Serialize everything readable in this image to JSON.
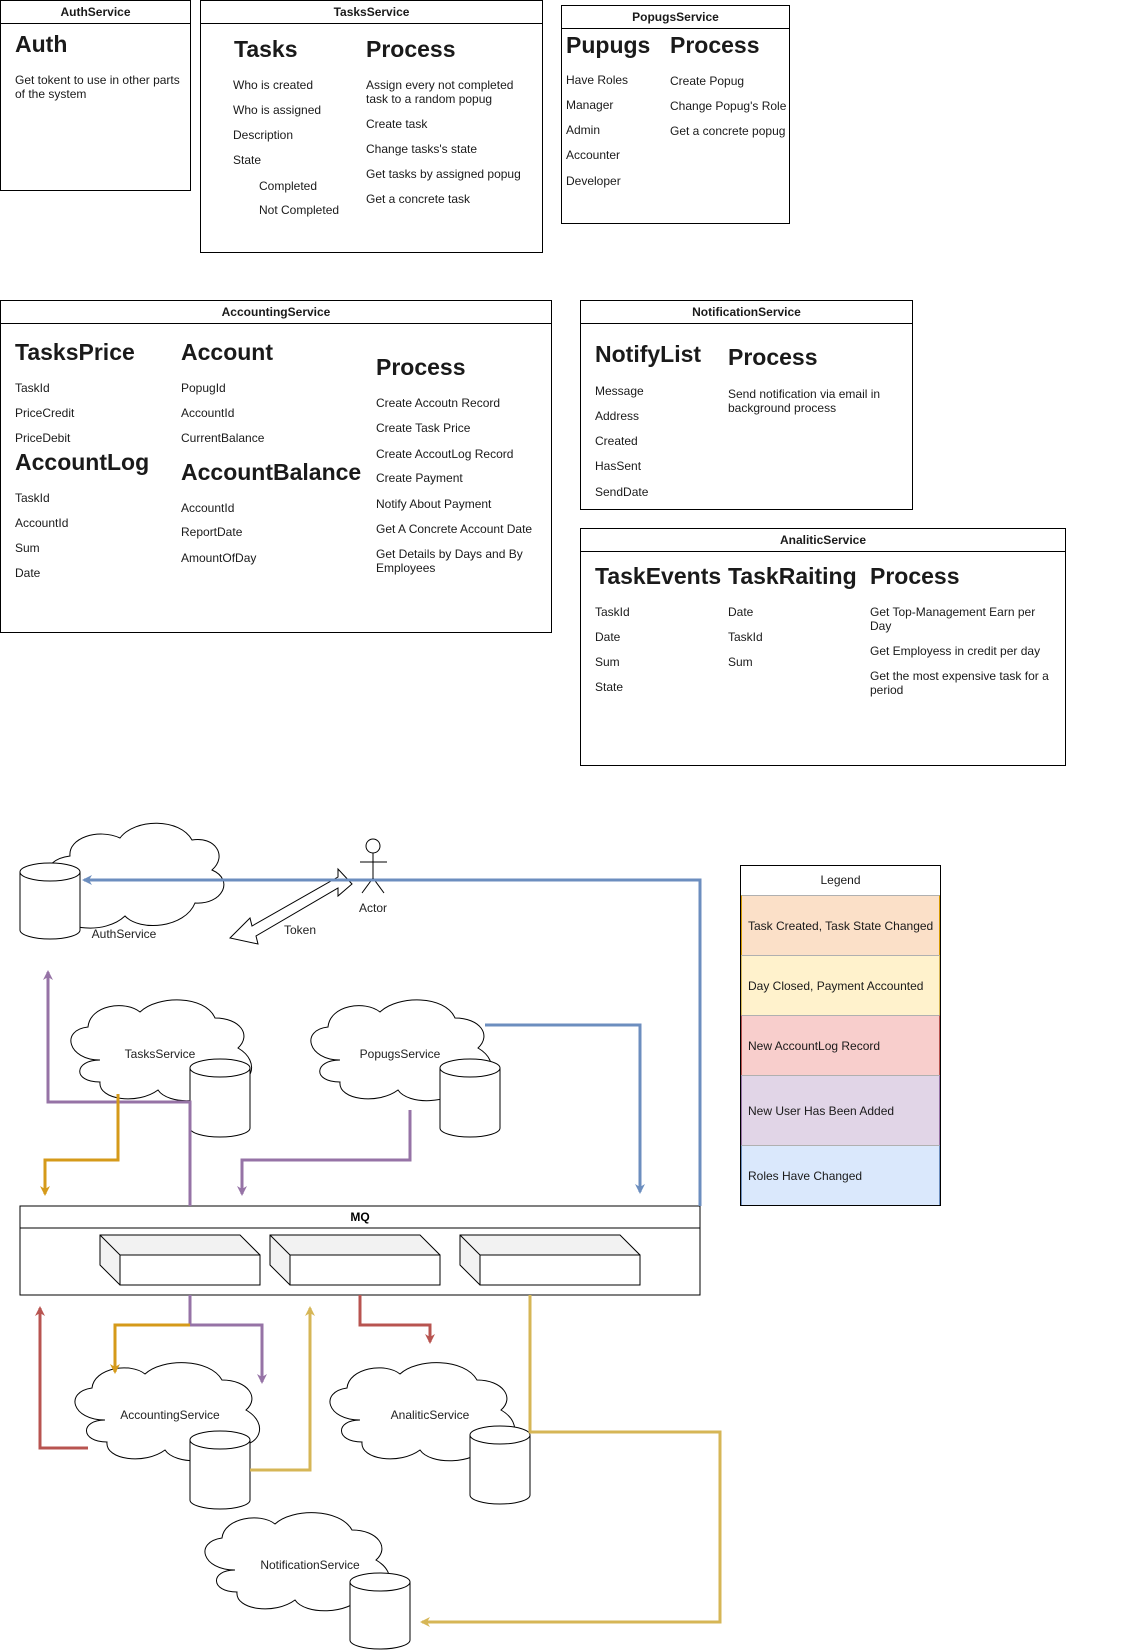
{
  "auth_service": {
    "title": "AuthService",
    "heading": "Auth",
    "description": "Get tokent to use in other parts of the system"
  },
  "tasks_service": {
    "title": "TasksService",
    "entity_heading": "Tasks",
    "entity_fields": [
      "Who is created",
      "Who is assigned",
      "Description",
      "State"
    ],
    "state_values": [
      "Completed",
      "Not Completed"
    ],
    "process_heading": "Process",
    "process_items": [
      "Assign every not completed task to a random popug",
      "Create task",
      "Change tasks's state",
      "Get tasks by assigned popug",
      "Get a concrete task"
    ]
  },
  "popugs_service": {
    "title": "PopugsService",
    "entity_heading": "Pupugs",
    "entity_fields": [
      "Have Roles",
      "Manager",
      "Admin",
      "Accounter",
      "Developer"
    ],
    "process_heading": "Process",
    "process_items": [
      "Create Popug",
      "Change Popug's Role",
      "Get a concrete popug"
    ]
  },
  "accounting_service": {
    "title": "AccountingService",
    "tasks_price_heading": "TasksPrice",
    "tasks_price_fields": [
      "TaskId",
      "PriceCredit",
      "PriceDebit"
    ],
    "account_heading": "Account",
    "account_fields": [
      "PopugId",
      "AccountId",
      "CurrentBalance"
    ],
    "account_log_heading": "AccountLog",
    "account_log_fields": [
      "TaskId",
      "AccountId",
      "Sum",
      "Date"
    ],
    "account_balance_heading": "AccountBalance",
    "account_balance_fields": [
      "AccountId",
      "ReportDate",
      "AmountOfDay"
    ],
    "process_heading": "Process",
    "process_items": [
      "Create Accoutn Record",
      "Create Task Price",
      "Create AccoutLog Record",
      "Create Payment",
      "Notify About Payment",
      "Get A Concrete Account Date",
      "Get Details by Days and By Employees"
    ]
  },
  "notification_service": {
    "title": "NotificationService",
    "entity_heading": "NotifyList",
    "entity_fields": [
      "Message",
      "Address",
      "Created",
      "HasSent",
      "SendDate"
    ],
    "process_heading": "Process",
    "process_items": [
      "Send notification via email in background process"
    ]
  },
  "analitic_service": {
    "title": "AnaliticService",
    "task_events_heading": "TaskEvents",
    "task_events_fields": [
      "TaskId",
      "Date",
      "Sum",
      "State"
    ],
    "task_raiting_heading": "TaskRaiting",
    "task_raiting_fields": [
      "Date",
      "TaskId",
      "Sum"
    ],
    "process_heading": "Process",
    "process_items": [
      "Get Top-Management Earn per Day",
      "Get Employess in credit per day",
      "Get the most expensive task for a period"
    ]
  },
  "flow": {
    "actor_label": "Actor",
    "token_label": "Token",
    "mq_title": "MQ",
    "cloud_labels": {
      "auth": "AuthService",
      "tasks": "TasksService",
      "popugs": "PopugsService",
      "accounting": "AccountingService",
      "analitic": "AnaliticService",
      "notification": "NotificationService"
    }
  },
  "legend": {
    "title": "Legend",
    "items": [
      {
        "label": "Task Created, Task State Changed",
        "fill": "#fbe0c8",
        "line": "#d59a1a"
      },
      {
        "label": "Day Closed, Payment Accounted",
        "fill": "#fff2cc",
        "line": "#d6b656"
      },
      {
        "label": "New AccountLog Record",
        "fill": "#f8cecc",
        "line": "#b85450"
      },
      {
        "label": "New User Has Been Added",
        "fill": "#e1d5e7",
        "line": "#9673a6"
      },
      {
        "label": "Roles Have Changed",
        "fill": "#dae8fc",
        "line": "#6c8ebf"
      }
    ]
  }
}
